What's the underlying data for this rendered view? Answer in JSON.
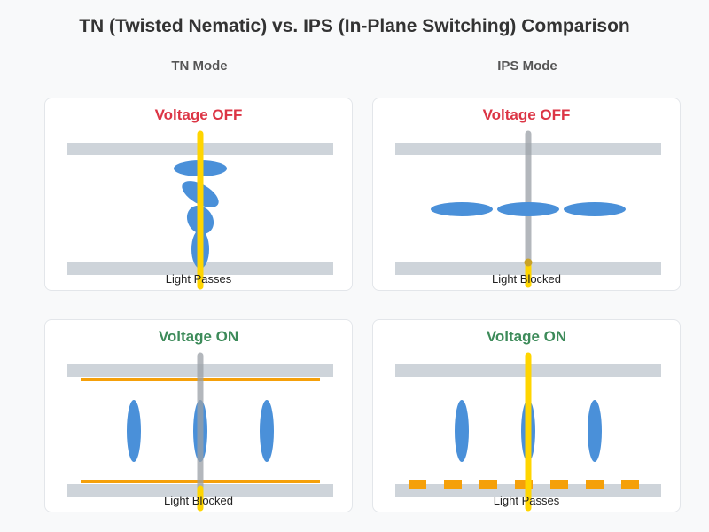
{
  "title": "TN (Twisted Nematic) vs. IPS (In-Plane Switching) Comparison",
  "columns": {
    "tn": "TN Mode",
    "ips": "IPS Mode"
  },
  "panels": {
    "tn_off": {
      "state": "Voltage OFF",
      "caption": "Light Passes"
    },
    "ips_off": {
      "state": "Voltage OFF",
      "caption": "Light Blocked"
    },
    "tn_on": {
      "state": "Voltage ON",
      "caption": "Light Blocked"
    },
    "ips_on": {
      "state": "Voltage ON",
      "caption": "Light Passes"
    }
  },
  "colors": {
    "off": "#dc3545",
    "on": "#3d8b5a",
    "glass": "#ced4da",
    "crystal": "#4a90d9",
    "light": "#ffd500",
    "blocked_light": "#9aa0a6",
    "electrode": "#f5a00a"
  }
}
